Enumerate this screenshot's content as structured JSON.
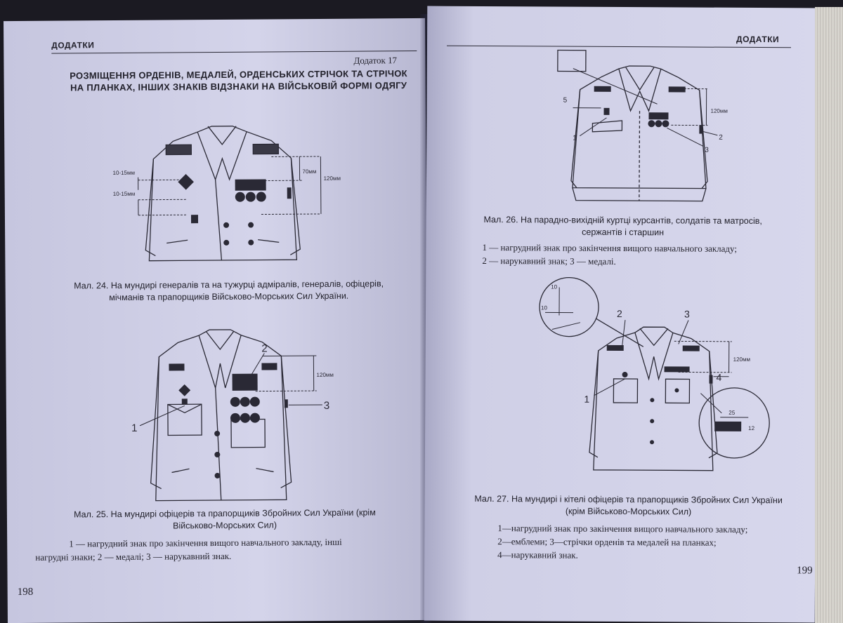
{
  "left_page": {
    "running_head": "ДОДАТКИ",
    "appendix": "Додаток 17",
    "title": "РОЗМІЩЕННЯ ОРДЕНІВ, МЕДАЛЕЙ, ОРДЕНСЬКИХ СТРІЧОК ТА СТРІЧОК НА ПЛАНКАХ, ІНШИХ ЗНАКІВ ВІДЗНАКИ НА ВІЙСЬКОВІЙ ФОРМІ ОДЯГУ",
    "fig24": {
      "dim_a": "10-15мм",
      "dim_b": "10-15мм",
      "dim_c": "70мм",
      "dim_d": "120мм",
      "caption_line1": "Мал. 24. На мундирі генералів та на тужурці адміралів, генералів, офіцерів,",
      "caption_line2": "мічманів та прапорщиків Військово-Морських Сил України."
    },
    "fig25": {
      "label_1": "1",
      "label_2": "2",
      "label_3": "3",
      "dim": "120мм",
      "caption_line1": "Мал. 25. На мундирі офіцерів та прапорщиків Збройних Сил України (крім",
      "caption_line2": "Військово-Морських Сил)",
      "legend_line1": "1 — нагрудний знак про закінчення вищого навчального закладу, інші",
      "legend_line2": "нагрудні знаки; 2 — медалі; 3 — нарукавний знак."
    },
    "page_number": "198"
  },
  "right_page": {
    "running_head": "ДОДАТКИ",
    "fig26": {
      "label_1": "1",
      "label_2": "2",
      "label_3": "3",
      "label_5": "5",
      "dim": "120мм",
      "caption_line1": "Мал. 26. На парадно-вихідній куртці курсантів, солдатів та матросів,",
      "caption_line2": "сержантів і старшин",
      "legend_line1": "1 — нагрудний знак про закінчення вищого навчального закладу;",
      "legend_line2": "2 — нарукавний знак; 3 — медалі."
    },
    "fig27": {
      "label_1": "1",
      "label_2": "2",
      "label_3": "3",
      "label_4": "4",
      "dim_10a": "10",
      "dim_10b": "10",
      "dim_120": "120мм",
      "dim_25": "25",
      "dim_12": "12",
      "caption_line1": "Мал. 27. На мундирі і кітелі офіцерів та прапорщиків Збройних Сил України",
      "caption_line2": "(крім Військово-Морських Сил)",
      "legend_line1": "1—нагрудний знак про закінчення вищого навчального закладу;",
      "legend_line2": "2—емблеми; 3—стрічки орденів та медалей на планках;",
      "legend_line3": "4—нарукавний знак."
    },
    "page_number": "199"
  },
  "colors": {
    "paper": "#cfcfe6",
    "ink": "#23222c",
    "background": "#1b1a22"
  }
}
